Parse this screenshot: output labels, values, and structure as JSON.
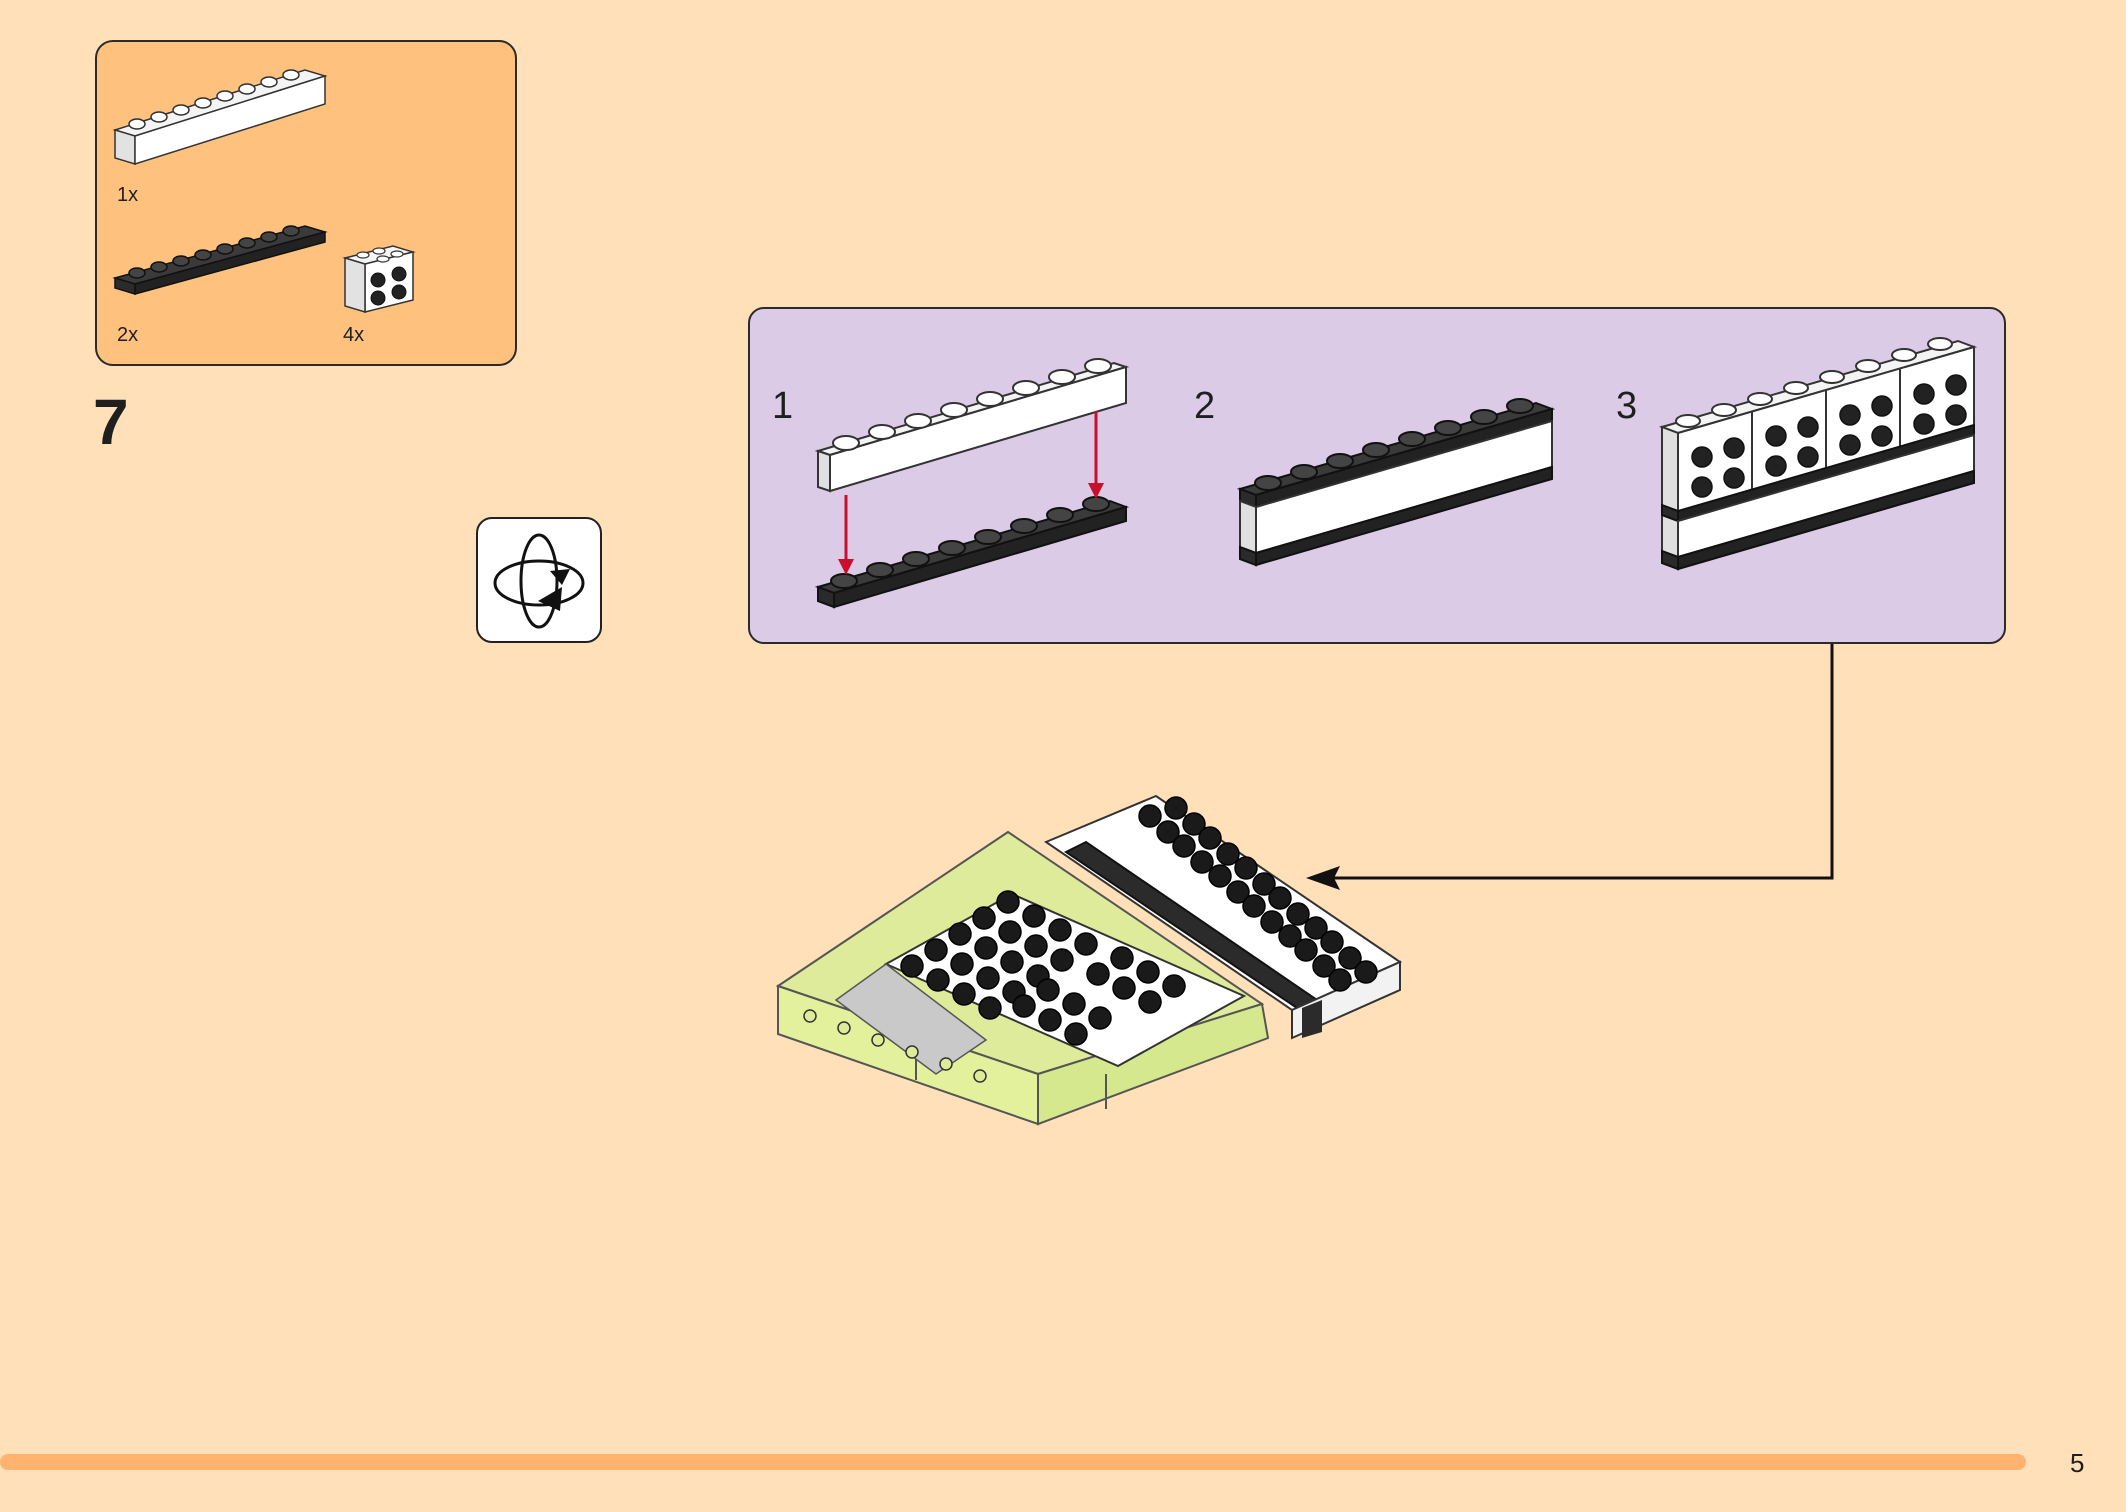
{
  "parts_list": {
    "items": [
      {
        "qty": "1x",
        "icon": "white-brick-1x8-icon"
      },
      {
        "qty": "2x",
        "icon": "black-plate-1x8-icon"
      },
      {
        "qty": "4x",
        "icon": "white-brick-2x2-studs-side-icon"
      }
    ]
  },
  "step": {
    "number": "7"
  },
  "rotate_icon": "rotate-model-icon",
  "substeps": [
    {
      "number": "1"
    },
    {
      "number": "2"
    },
    {
      "number": "3"
    }
  ],
  "page": {
    "number": "5"
  },
  "colors": {
    "background": "#FFE0B8",
    "parts_box": "#FFC27E",
    "substeps_box": "#DCCBE6",
    "arrow_red": "#C8102E",
    "lime": "#DDEB9A",
    "page_bar": "#FFB36E"
  }
}
